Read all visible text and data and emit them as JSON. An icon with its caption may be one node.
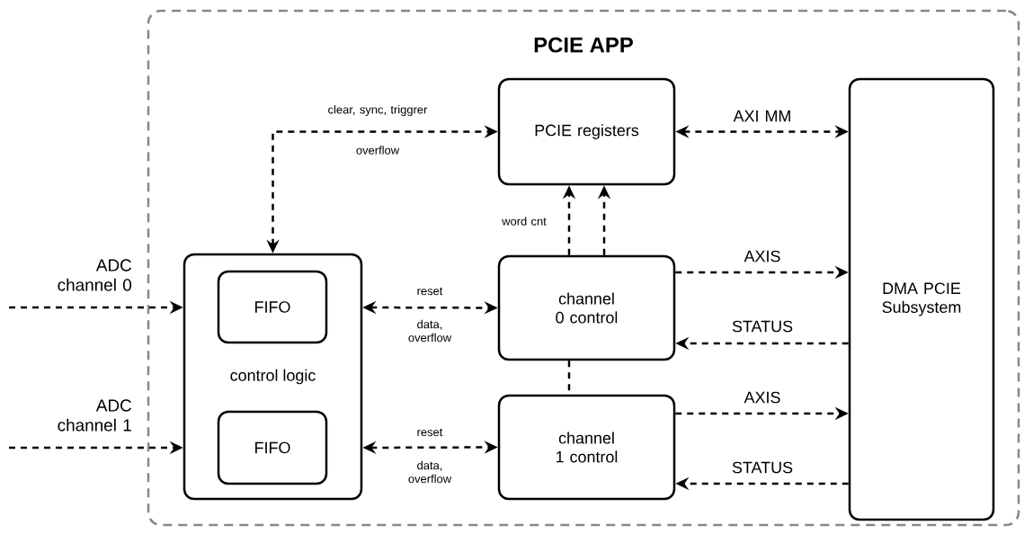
{
  "diagram": {
    "nodes": [
      {
        "text": [
          "PCIE APP"
        ]
      },
      {
        "text": [
          "PCIE registers"
        ],
        "in": 0
      },
      {
        "text": [
          "DMA PCIE Subsystem"
        ],
        "in": 0
      },
      {
        "text": [
          "control logic"
        ],
        "in": 0
      },
      {
        "text": [
          "FIFO"
        ],
        "in": 3
      },
      {
        "text": [
          "FIFO"
        ],
        "in": 3
      },
      {
        "text": [
          "channel 0 control"
        ],
        "in": 0
      },
      {
        "text": [
          "channel 1 control"
        ],
        "in": 0
      }
    ],
    "edges": [
      {
        "from": null,
        "to": 3,
        "arrow": "to",
        "label": "ADC channel 0",
        "style": "dashed"
      },
      {
        "from": null,
        "to": 3,
        "arrow": "to",
        "label": "ADC channel 1",
        "style": "dashed"
      },
      {
        "from": 3,
        "to": 1,
        "arrow": "both",
        "label": "clear, sync, triggrer",
        "style": "dashed"
      },
      {
        "from": 1,
        "to": 2,
        "arrow": "both",
        "label": "AXI MM",
        "style": "dashed"
      },
      {
        "from": 6,
        "to": 1,
        "arrow": "to",
        "label": "word cnt",
        "style": "dashed"
      },
      {
        "from": 6,
        "to": 1,
        "arrow": "to",
        "style": "dashed"
      },
      {
        "from": 3,
        "to": 6,
        "arrow": "both",
        "label": "reset",
        "style": "dashed"
      },
      {
        "from": 3,
        "to": 7,
        "arrow": "both",
        "label": "reset",
        "style": "dashed"
      },
      {
        "from": 6,
        "to": 2,
        "arrow": "to",
        "label": "AXIS",
        "style": "dashed"
      },
      {
        "from": 2,
        "to": 6,
        "arrow": "to",
        "label": "STATUS",
        "style": "dashed"
      },
      {
        "from": 6,
        "to": 7,
        "arrow": "none",
        "style": "dashed"
      },
      {
        "from": 7,
        "to": 2,
        "arrow": "to",
        "label": "AXIS",
        "style": "dashed"
      },
      {
        "from": 2,
        "to": 7,
        "arrow": "to",
        "label": "STATUS",
        "style": "dashed"
      }
    ],
    "labels": [
      "overflow",
      "data, overflow",
      "data, overflow"
    ]
  }
}
